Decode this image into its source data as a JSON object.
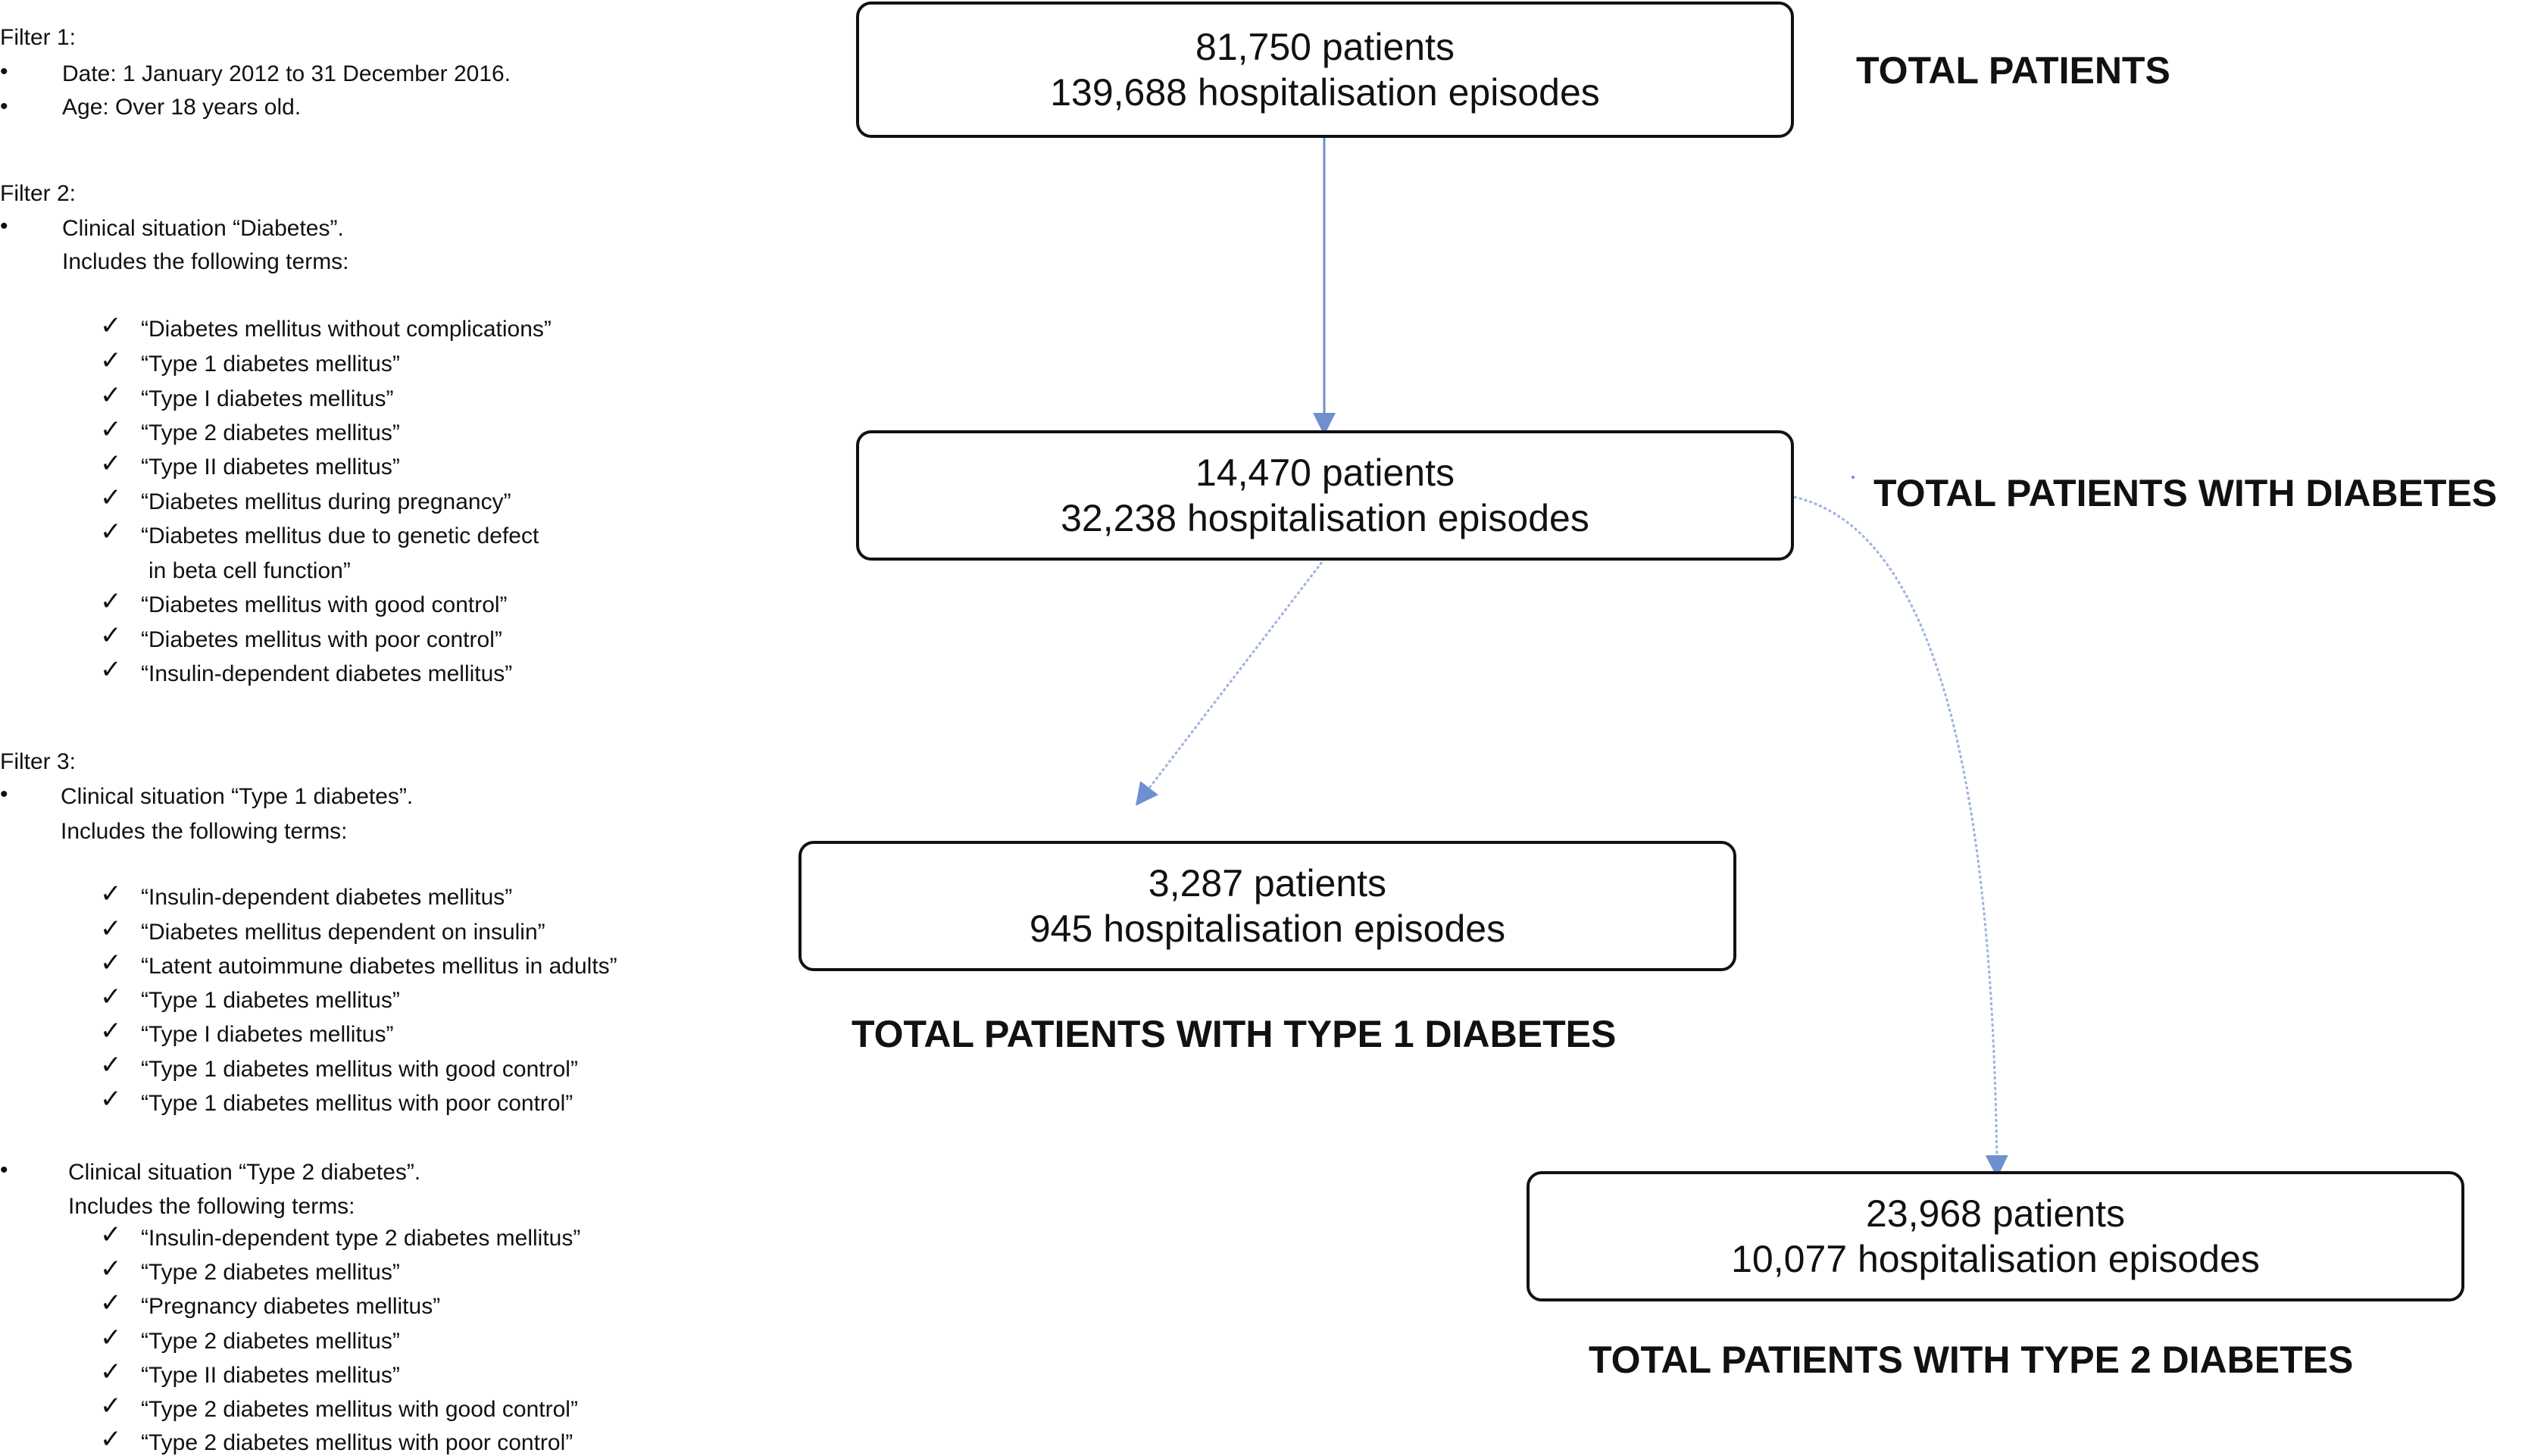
{
  "filters": {
    "filter1": {
      "title": "Filter 1:",
      "items": [
        "Date: 1 January 2012 to 31 December 2016.",
        "Age: Over 18 years old."
      ]
    },
    "filter2": {
      "title": "Filter 2:",
      "situation": "Clinical situation “Diabetes”.",
      "includes": "Includes the following terms:",
      "terms": [
        "“Diabetes mellitus without complications”",
        "“Type 1 diabetes mellitus”",
        "“Type I diabetes mellitus”",
        "“Type 2 diabetes mellitus”",
        "“Type II diabetes mellitus”",
        "“Diabetes mellitus during pregnancy”",
        "“Diabetes mellitus due to genetic defect",
        "in beta cell function”",
        "“Diabetes mellitus with good control”",
        "“Diabetes mellitus with poor control”",
        "“Insulin-dependent diabetes mellitus”"
      ]
    },
    "filter3": {
      "title": "Filter 3:",
      "situation": "Clinical situation “Type 1 diabetes”.",
      "includes": "Includes the following terms:",
      "terms": [
        "“Insulin-dependent diabetes mellitus”",
        "“Diabetes mellitus dependent on insulin”",
        "“Latent autoimmune diabetes mellitus in adults”",
        "“Type 1 diabetes mellitus”",
        "“Type I diabetes mellitus”",
        "“Type 1 diabetes mellitus with good control”",
        "“Type 1 diabetes mellitus with poor control”"
      ]
    },
    "filter3b": {
      "situation": "Clinical situation “Type 2 diabetes”.",
      "includes": "Includes the following terms:",
      "terms": [
        "“Insulin-dependent type 2 diabetes mellitus”",
        "“Type 2 diabetes mellitus”",
        "“Pregnancy diabetes mellitus”",
        "“Type 2 diabetes mellitus”",
        "“Type II diabetes mellitus”",
        "“Type 2 diabetes mellitus with good control”",
        "“Type 2 diabetes mellitus with poor control”"
      ]
    }
  },
  "symbols": {
    "bullet": "•",
    "check": "✓"
  },
  "boxes": {
    "total": {
      "patients": "81,750 patients",
      "episodes": "139,688 hospitalisation episodes",
      "label": "TOTAL PATIENTS"
    },
    "diabetes": {
      "patients": "14,470 patients",
      "episodes": "32,238 hospitalisation episodes",
      "label": "TOTAL PATIENTS WITH DIABETES"
    },
    "type1": {
      "patients": "3,287 patients",
      "episodes": "945 hospitalisation episodes",
      "label": "TOTAL PATIENTS WITH TYPE 1 DIABETES"
    },
    "type2": {
      "patients": "23,968 patients",
      "episodes": "10,077 hospitalisation episodes",
      "label": "TOTAL PATIENTS WITH TYPE 2 DIABETES"
    }
  },
  "colors": {
    "arrow": "#6f8fcf",
    "border": "#111111"
  }
}
